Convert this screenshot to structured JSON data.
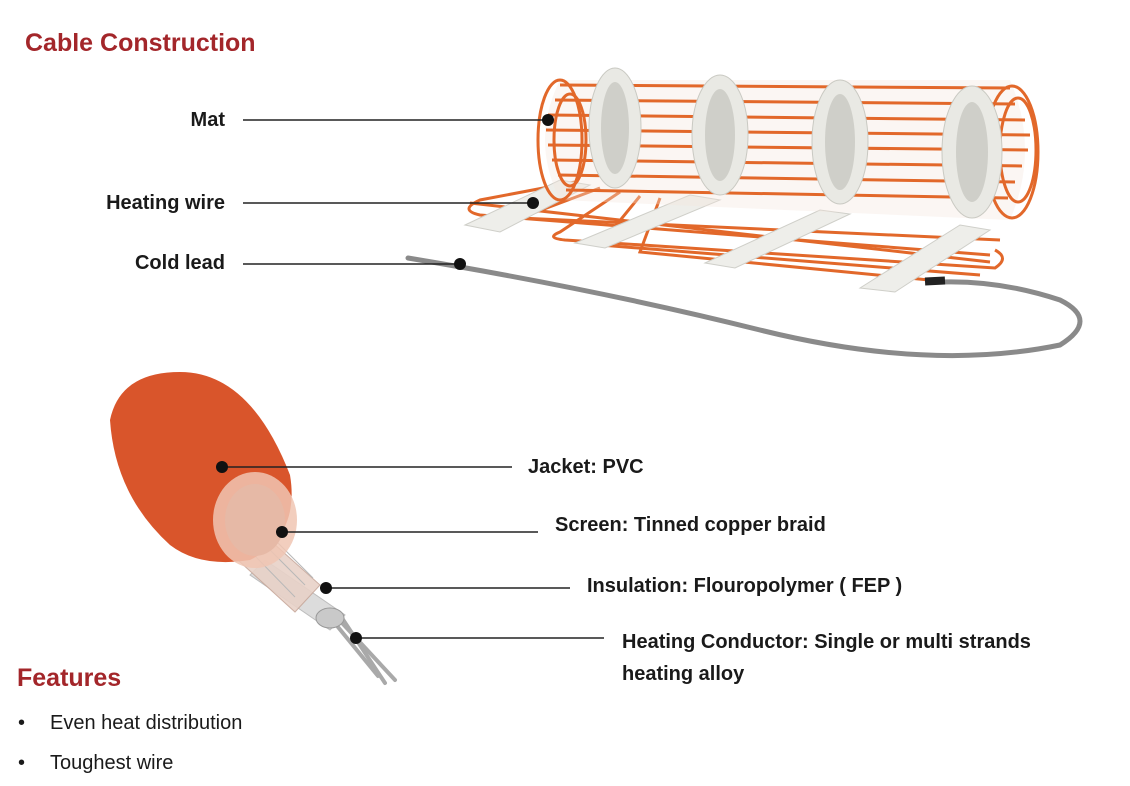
{
  "titles": {
    "construction": "Cable Construction",
    "features": "Features"
  },
  "mat_labels": {
    "mat": "Mat",
    "heating_wire": "Heating wire",
    "cold_lead": "Cold lead"
  },
  "cable_labels": {
    "jacket": "Jacket: PVC",
    "screen": "Screen: Tinned copper braid",
    "insulation": "Insulation: Flouropolymer ( FEP )",
    "conductor": "Heating Conductor: Single or multi strands heating alloy"
  },
  "features": [
    {
      "bullet": "•",
      "text": "Even heat distribution"
    },
    {
      "bullet": "•",
      "text": "Toughest wire"
    }
  ],
  "colors": {
    "accent": "#a3262a",
    "wire": "#e2682a",
    "jacket": "#d9552b",
    "cold_lead": "#8a8a8a"
  }
}
